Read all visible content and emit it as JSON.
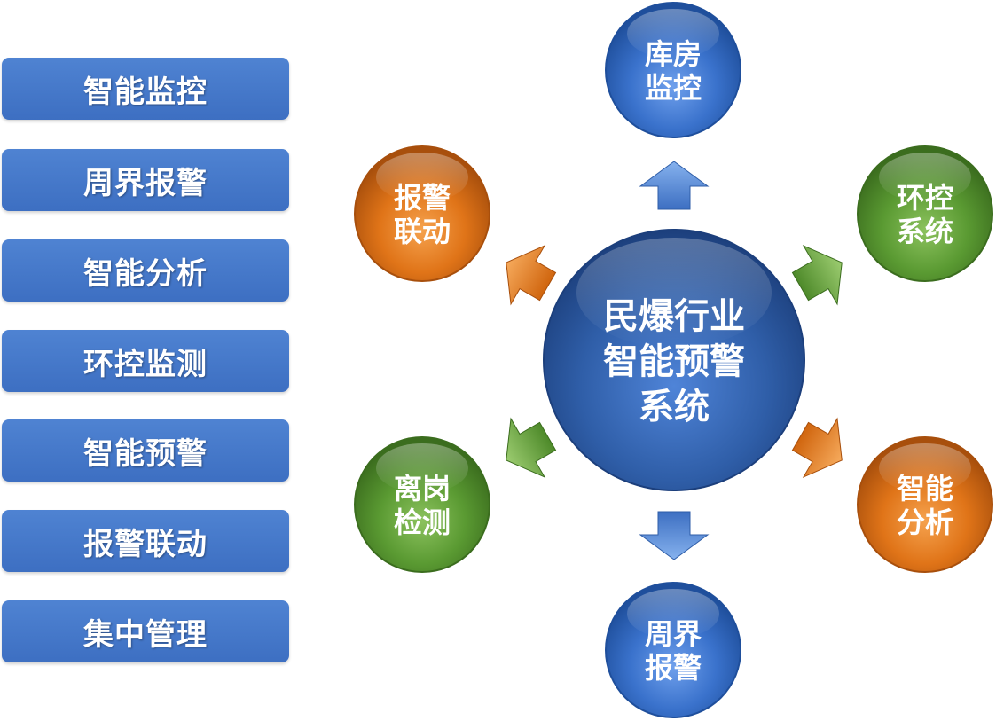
{
  "sidebar": {
    "items": [
      {
        "label": "智能监控"
      },
      {
        "label": "周界报警"
      },
      {
        "label": "智能分析"
      },
      {
        "label": "环控监测"
      },
      {
        "label": "智能预警"
      },
      {
        "label": "报警联动"
      },
      {
        "label": "集中管理"
      }
    ]
  },
  "center": {
    "lines": [
      "民爆行业",
      "智能预警",
      "系统"
    ],
    "color": "#2f5ea8"
  },
  "nodes": [
    {
      "id": "warehouse-monitoring",
      "lines": [
        "库房",
        "监控"
      ],
      "color": "blue"
    },
    {
      "id": "environment-control",
      "lines": [
        "环控",
        "系统"
      ],
      "color": "green"
    },
    {
      "id": "intelligent-analysis",
      "lines": [
        "智能",
        "分析"
      ],
      "color": "orange"
    },
    {
      "id": "perimeter-alarm",
      "lines": [
        "周界",
        "报警"
      ],
      "color": "blue"
    },
    {
      "id": "leave-post-detection",
      "lines": [
        "离岗",
        "检测"
      ],
      "color": "green"
    },
    {
      "id": "alarm-linkage",
      "lines": [
        "报警",
        "联动"
      ],
      "color": "orange"
    }
  ],
  "colors": {
    "blue": "#3a72cc",
    "green": "#5a9a32",
    "orange": "#e07418",
    "sidebar": "#4577cb"
  }
}
